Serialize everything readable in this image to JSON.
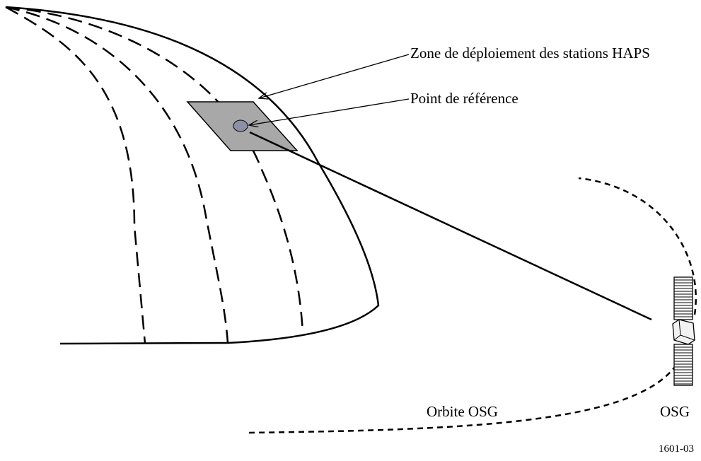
{
  "labels": {
    "zone": "Zone de déploiement des stations HAPS",
    "reference_point": "Point de référence",
    "orbit": "Orbite OSG",
    "satellite": "OSG",
    "figure_id": "1601-03"
  },
  "colors": {
    "line": "#000000",
    "zone_fill": "#a8a8a8",
    "reference_point_fill": "#8c90a6",
    "satellite_body_fill": "#f2f2f2",
    "background": "#ffffff"
  },
  "icons": {
    "satellite": "satellite-icon",
    "reference_point": "circle-marker"
  }
}
